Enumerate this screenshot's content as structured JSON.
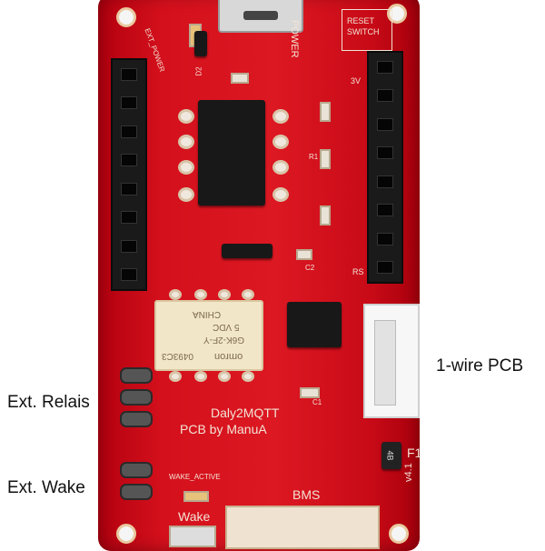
{
  "callouts": {
    "one_wire": "1-wire PCB",
    "ext_relais": "Ext. Relais",
    "ext_wake": "Ext. Wake"
  },
  "silkscreen": {
    "ext_power": "EXT_POWER",
    "power": "POWER",
    "reset_switch_1": "RESET",
    "reset_switch_2": "SWITCH",
    "d2": "D2",
    "r1": "R1",
    "c1": "C1",
    "c2": "C2",
    "title_1": "Daly2MQTT",
    "title_2": "PCB by ManuA",
    "wake_active": "WAKE_ACTIVE",
    "wake": "Wake",
    "bms": "BMS",
    "f1": "F1",
    "version": "v4.1",
    "fuse_marking": "4B",
    "pin_3v": "3V",
    "pin_rs": "RS"
  },
  "relay": {
    "line1": "CHINA",
    "line2": "5 VDC",
    "line3": "G6K-2F-Y",
    "line4": "0493C3",
    "brand": "omron"
  }
}
